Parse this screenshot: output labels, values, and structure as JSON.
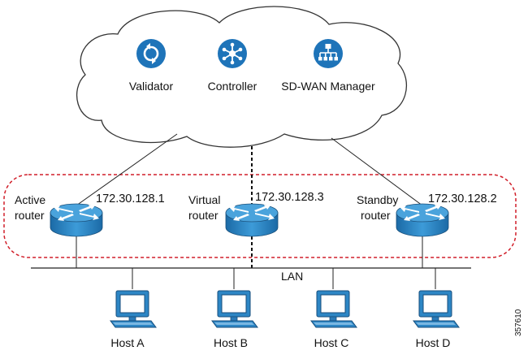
{
  "cloud": {
    "services": [
      {
        "label": "Validator",
        "icon": "validator-icon"
      },
      {
        "label": "Controller",
        "icon": "controller-icon"
      },
      {
        "label": "SD-WAN Manager",
        "icon": "sd-wan-manager-icon"
      }
    ]
  },
  "routers": [
    {
      "label_line1": "Active",
      "label_line2": "router",
      "ip": "172.30.128.1"
    },
    {
      "label_line1": "Virtual",
      "label_line2": "router",
      "ip": "172.30.128.3"
    },
    {
      "label_line1": "Standby",
      "label_line2": "router",
      "ip": "172.30.128.2"
    }
  ],
  "lan_label": "LAN",
  "hosts": [
    "Host A",
    "Host B",
    "Host C",
    "Host D"
  ],
  "figure_number": "357610",
  "colors": {
    "icon_blue": "#1e74b9",
    "router_blue": "#2d86c5",
    "dashed_red": "#d11f2a",
    "line": "#222222"
  }
}
